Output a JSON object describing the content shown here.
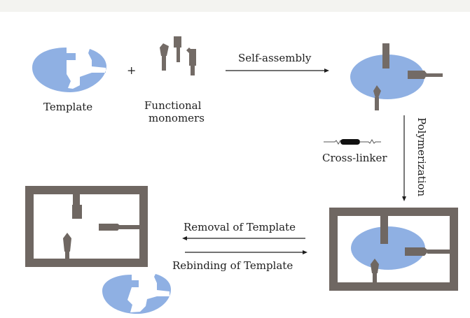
{
  "colors": {
    "template_blue": "#8fb0e3",
    "monomer_gray": "#736b66",
    "frame_gray": "#6f6762",
    "text": "#1e1e1e",
    "topbar": "#f3f3f0"
  },
  "labels": {
    "template": "Template",
    "plus": "+",
    "functional_1": "Functional",
    "functional_2": "monomers",
    "self_assembly": "Self-assembly",
    "polymerization": "Polymerization",
    "cross_linker": "Cross-linker",
    "removal": "Removal of Template",
    "rebinding": "Rebinding of Template"
  }
}
